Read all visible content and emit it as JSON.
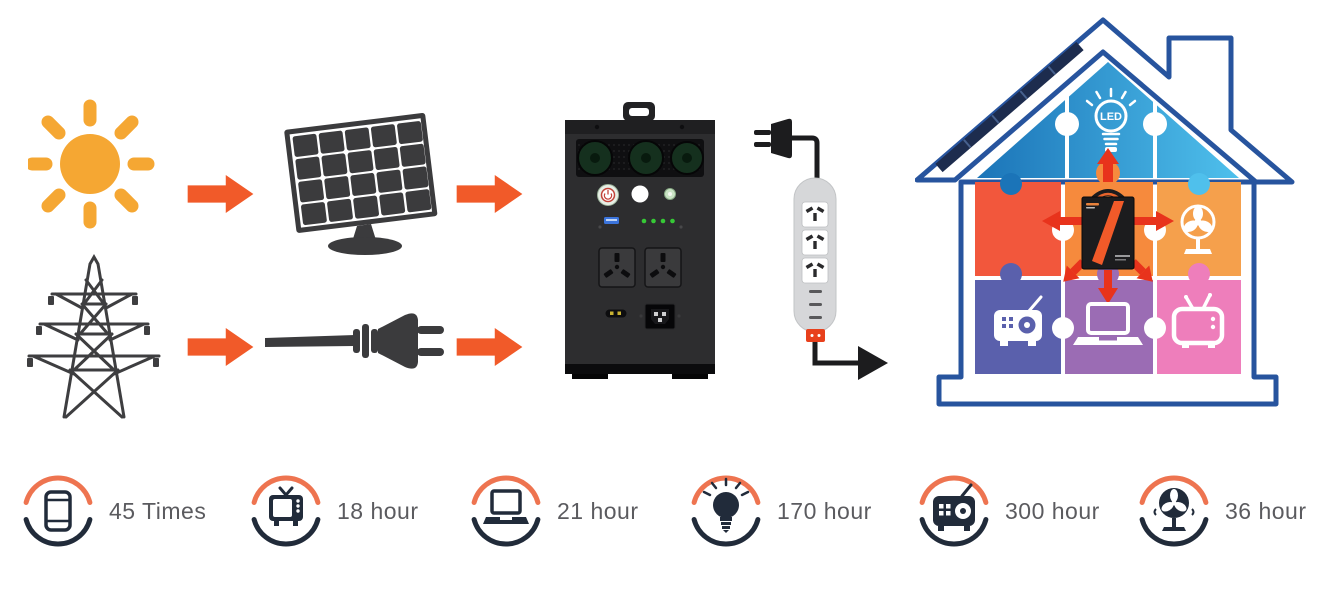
{
  "palette": {
    "sun_yellow": "#F5A733",
    "flow_arrow_orange": "#F15A29",
    "dark_icon_gray": "#3E3E40",
    "house_outline_blue": "#27549E",
    "gable_blue_dark": "#1B74B8",
    "gable_blue_light": "#4FC0EC",
    "puzzle_orange_red": "#F2573C",
    "puzzle_orange": "#F68A3D",
    "puzzle_amber": "#F5A04C",
    "puzzle_indigo": "#5A60AC",
    "puzzle_purple": "#9B6CB4",
    "puzzle_pink": "#EE7EBB",
    "red_arrow": "#E8331C",
    "strip_gray": "#D6D7D9",
    "switch_red": "#E8401C",
    "stat_arc_orange": "#EE7450",
    "stat_arc_navy": "#212B3A",
    "stat_text_gray": "#5B5B5F"
  },
  "flow": {
    "sources": [
      "sun",
      "power-transmission-tower"
    ],
    "collectors": [
      "solar-panel",
      "ac-plug"
    ],
    "device": "portable-power-station",
    "output": "power-strip-3-outlets"
  },
  "house": {
    "led_label": "LED",
    "center_device": "portable-power-station",
    "appliances": [
      "led-bulb",
      "fan",
      "radio",
      "laptop",
      "tv"
    ]
  },
  "stats": [
    {
      "icon": "smartphone-icon",
      "label": "45 Times"
    },
    {
      "icon": "tv-icon",
      "label": "18 hour"
    },
    {
      "icon": "laptop-icon",
      "label": "21 hour"
    },
    {
      "icon": "bulb-icon",
      "label": "170 hour"
    },
    {
      "icon": "radio-icon",
      "label": "300 hour"
    },
    {
      "icon": "fan-icon",
      "label": "36 hour"
    }
  ]
}
